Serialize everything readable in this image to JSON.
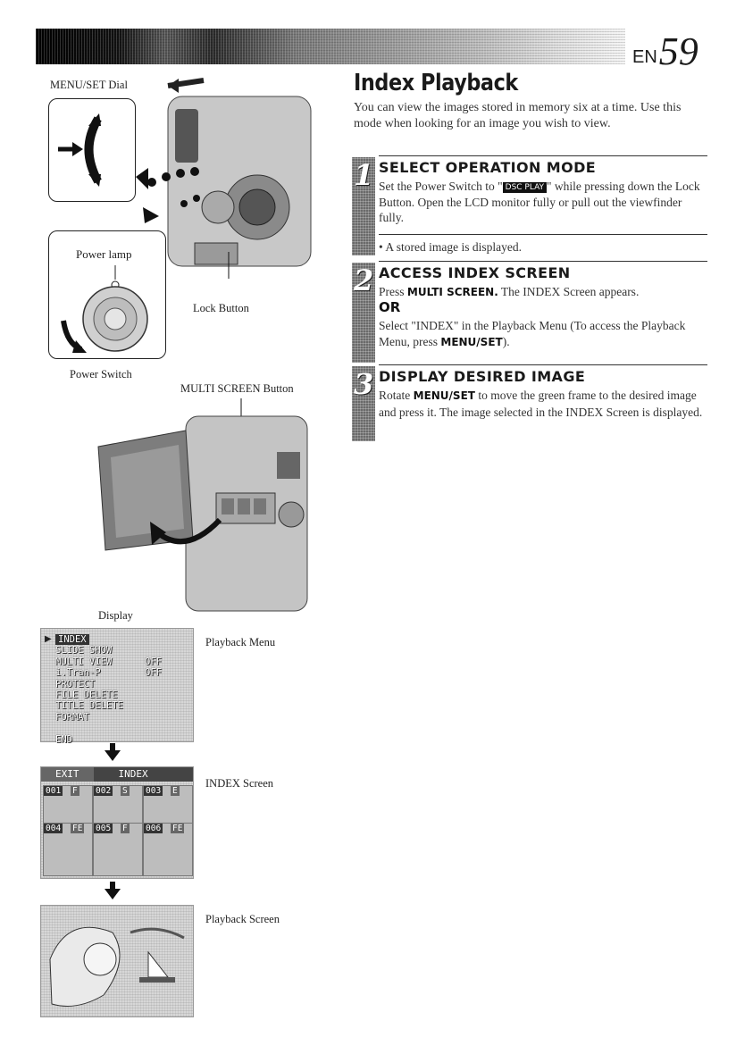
{
  "header": {
    "lang": "EN",
    "page": "59"
  },
  "left": {
    "menu_set_dial": "MENU/SET Dial",
    "power_lamp": "Power lamp",
    "lock_button": "Lock Button",
    "power_switch": "Power Switch",
    "multi_screen_button": "MULTI SCREEN Button",
    "display": "Display",
    "playback_menu_caption": "Playback Menu",
    "index_screen_caption": "INDEX Screen",
    "playback_screen_caption": "Playback Screen"
  },
  "playback_menu": {
    "items": [
      {
        "label": "INDEX",
        "value": ""
      },
      {
        "label": "SLIDE SHOW",
        "value": ""
      },
      {
        "label": "MULTI VIEW",
        "value": "OFF"
      },
      {
        "label": "i.Tran-P",
        "value": "OFF"
      },
      {
        "label": "PROTECT",
        "value": ""
      },
      {
        "label": "FILE DELETE",
        "value": ""
      },
      {
        "label": "TITLE DELETE",
        "value": ""
      },
      {
        "label": "FORMAT",
        "value": ""
      },
      {
        "label": "",
        "value": ""
      },
      {
        "label": "END",
        "value": ""
      }
    ]
  },
  "index_screen": {
    "exit": "EXIT",
    "title": "INDEX",
    "cells": [
      {
        "no": "001",
        "tag": "F"
      },
      {
        "no": "002",
        "tag": "S"
      },
      {
        "no": "003",
        "tag": "E"
      },
      {
        "no": "004",
        "tag": "FE"
      },
      {
        "no": "005",
        "tag": "F"
      },
      {
        "no": "006",
        "tag": "FE"
      }
    ]
  },
  "main": {
    "title": "Index Playback",
    "intro": "You can view the images stored in memory six at a time. Use this mode when looking for an image you wish to view.",
    "steps": [
      {
        "num": "1",
        "head": "SELECT OPERATION MODE",
        "body_a": "Set the Power Switch to \"",
        "badge": "DSC PLAY",
        "body_b": "\" while pressing down the Lock Button. Open the LCD monitor fully or pull out the viewfinder fully.",
        "note": "• A stored image is displayed."
      },
      {
        "num": "2",
        "head": "ACCESS INDEX SCREEN",
        "body_a": "Press ",
        "bold_a": "MULTI SCREEN.",
        "body_b": " The INDEX Screen appears.",
        "or": "OR",
        "body_c": "Select \"INDEX\" in the Playback Menu (To access the Playback Menu, press ",
        "bold_c": "MENU/SET",
        "body_d": ")."
      },
      {
        "num": "3",
        "head": "DISPLAY DESIRED IMAGE",
        "body_a": "Rotate ",
        "bold_a": "MENU/SET",
        "body_b": " to move the green frame to the desired image and press it. The image selected in the INDEX Screen is displayed."
      }
    ]
  }
}
